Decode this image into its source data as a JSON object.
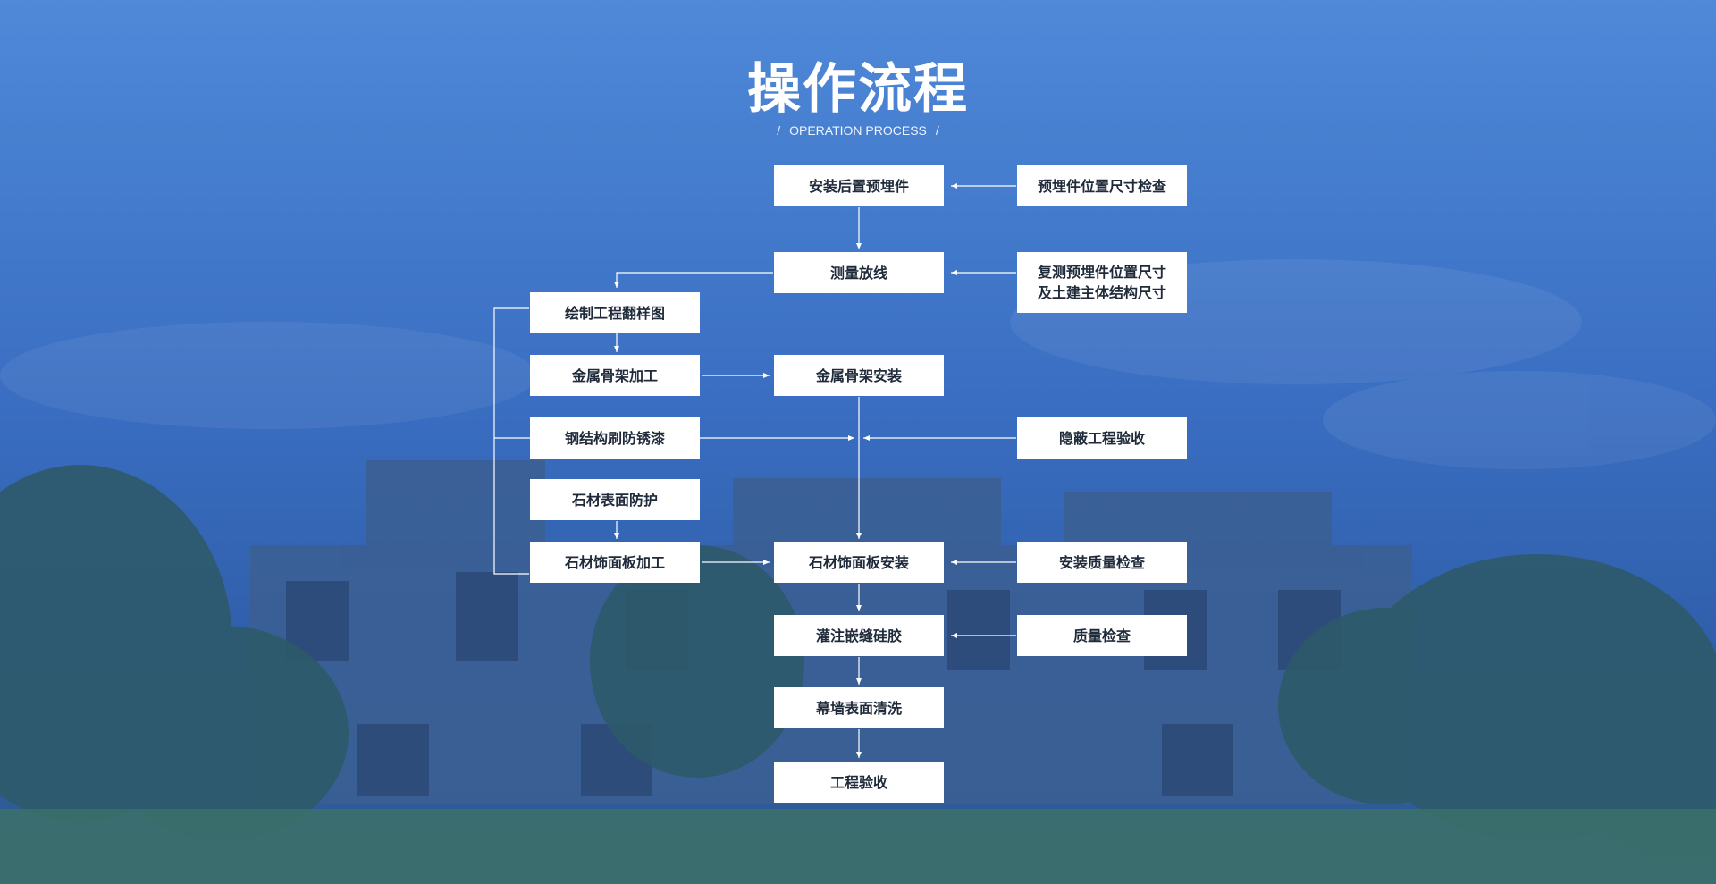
{
  "colors": {
    "sky_top": "#4d86d6",
    "sky_mid": "#2f62b7",
    "arrow": "#ffffff",
    "box_bg": "#ffffff",
    "box_text": "#1f2a3a"
  },
  "title": "操作流程",
  "subtitle": "OPERATION PROCESS",
  "subtitle_slash": "/",
  "steps": {
    "install_embedded_parts": "安装后置预埋件",
    "check_embedded_position": "预埋件位置尺寸检查",
    "survey_layout": "测量放线",
    "recheck_embedded_line1": "复测预埋件位置尺寸",
    "recheck_embedded_line2": "及土建主体结构尺寸",
    "draw_shop_drawings": "绘制工程翻样图",
    "metal_frame_processing": "金属骨架加工",
    "metal_frame_install": "金属骨架安装",
    "steel_antirust": "钢结构刷防锈漆",
    "concealed_acceptance": "隐蔽工程验收",
    "stone_protection": "石材表面防护",
    "stone_panel_processing": "石材饰面板加工",
    "stone_panel_install": "石材饰面板安装",
    "install_quality_check": "安装质量检查",
    "sealant_injection": "灌注嵌缝硅胶",
    "quality_check": "质量检查",
    "curtain_wall_cleaning": "幕墙表面清洗",
    "project_acceptance": "工程验收"
  }
}
